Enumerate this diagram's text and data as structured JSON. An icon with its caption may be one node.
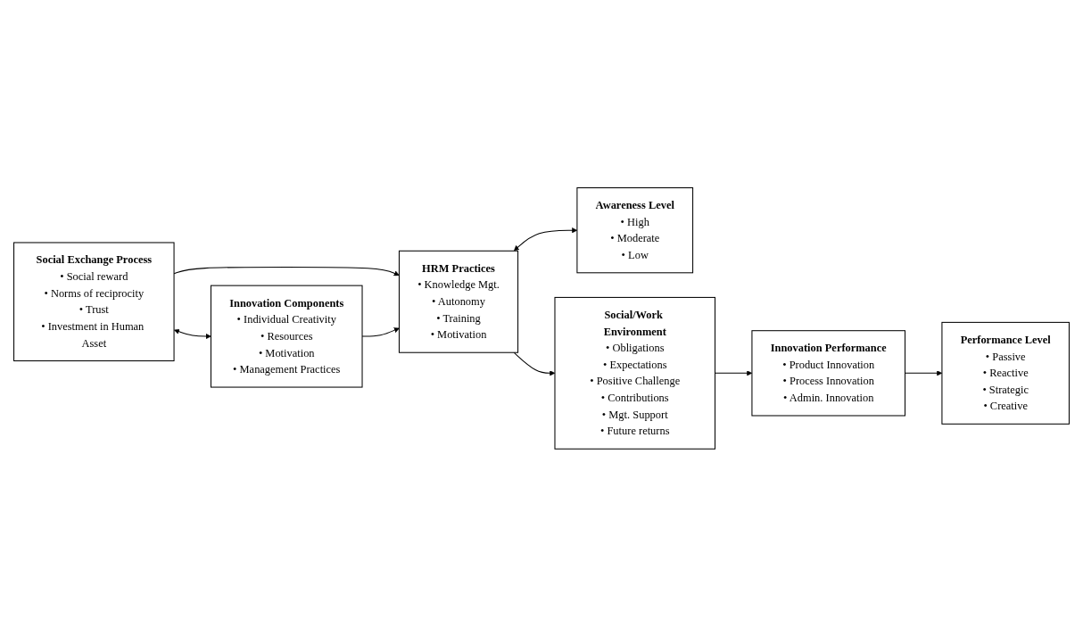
{
  "diagram": {
    "nodes": [
      {
        "text": [
          "Social Exchange Process",
          "• Social reward",
          "• Norms of reciprocity",
          "• Trust",
          "• Investment in Human Asset"
        ]
      },
      {
        "text": [
          "Innovation Components",
          "• Individual Creativity",
          "• Resources",
          "• Motivation",
          "• Management Practices"
        ]
      },
      {
        "text": [
          "HRM Practices",
          "• Knowledge Mgt.",
          "• Autonomy",
          "• Training",
          "• Motivation"
        ]
      },
      {
        "text": [
          "Awareness Level",
          "• High",
          "• Moderate",
          "• Low"
        ]
      },
      {
        "text": [
          "Social/Work Environment",
          "• Obligations",
          "• Expectations",
          "• Positive Challenge",
          "• Contributions",
          "• Mgt. Support",
          "• Future returns"
        ]
      },
      {
        "text": [
          "Innovation Performance",
          "• Product Innovation",
          "• Process Innovation",
          "• Admin. Innovation"
        ]
      },
      {
        "text": [
          "Performance Level",
          "• Passive",
          "• Reactive",
          "• Strategic",
          "• Creative"
        ]
      }
    ],
    "edges": [
      {
        "from": 0,
        "to": 2,
        "arrow": "to"
      },
      {
        "from": 0,
        "to": 1,
        "arrow": "both"
      },
      {
        "from": 1,
        "to": 2,
        "arrow": "to"
      },
      {
        "from": 2,
        "to": 3,
        "arrow": "both"
      },
      {
        "from": 2,
        "to": 4,
        "arrow": "to"
      },
      {
        "from": 4,
        "to": 5,
        "arrow": "to"
      },
      {
        "from": 5,
        "to": 6,
        "arrow": "to"
      }
    ]
  }
}
